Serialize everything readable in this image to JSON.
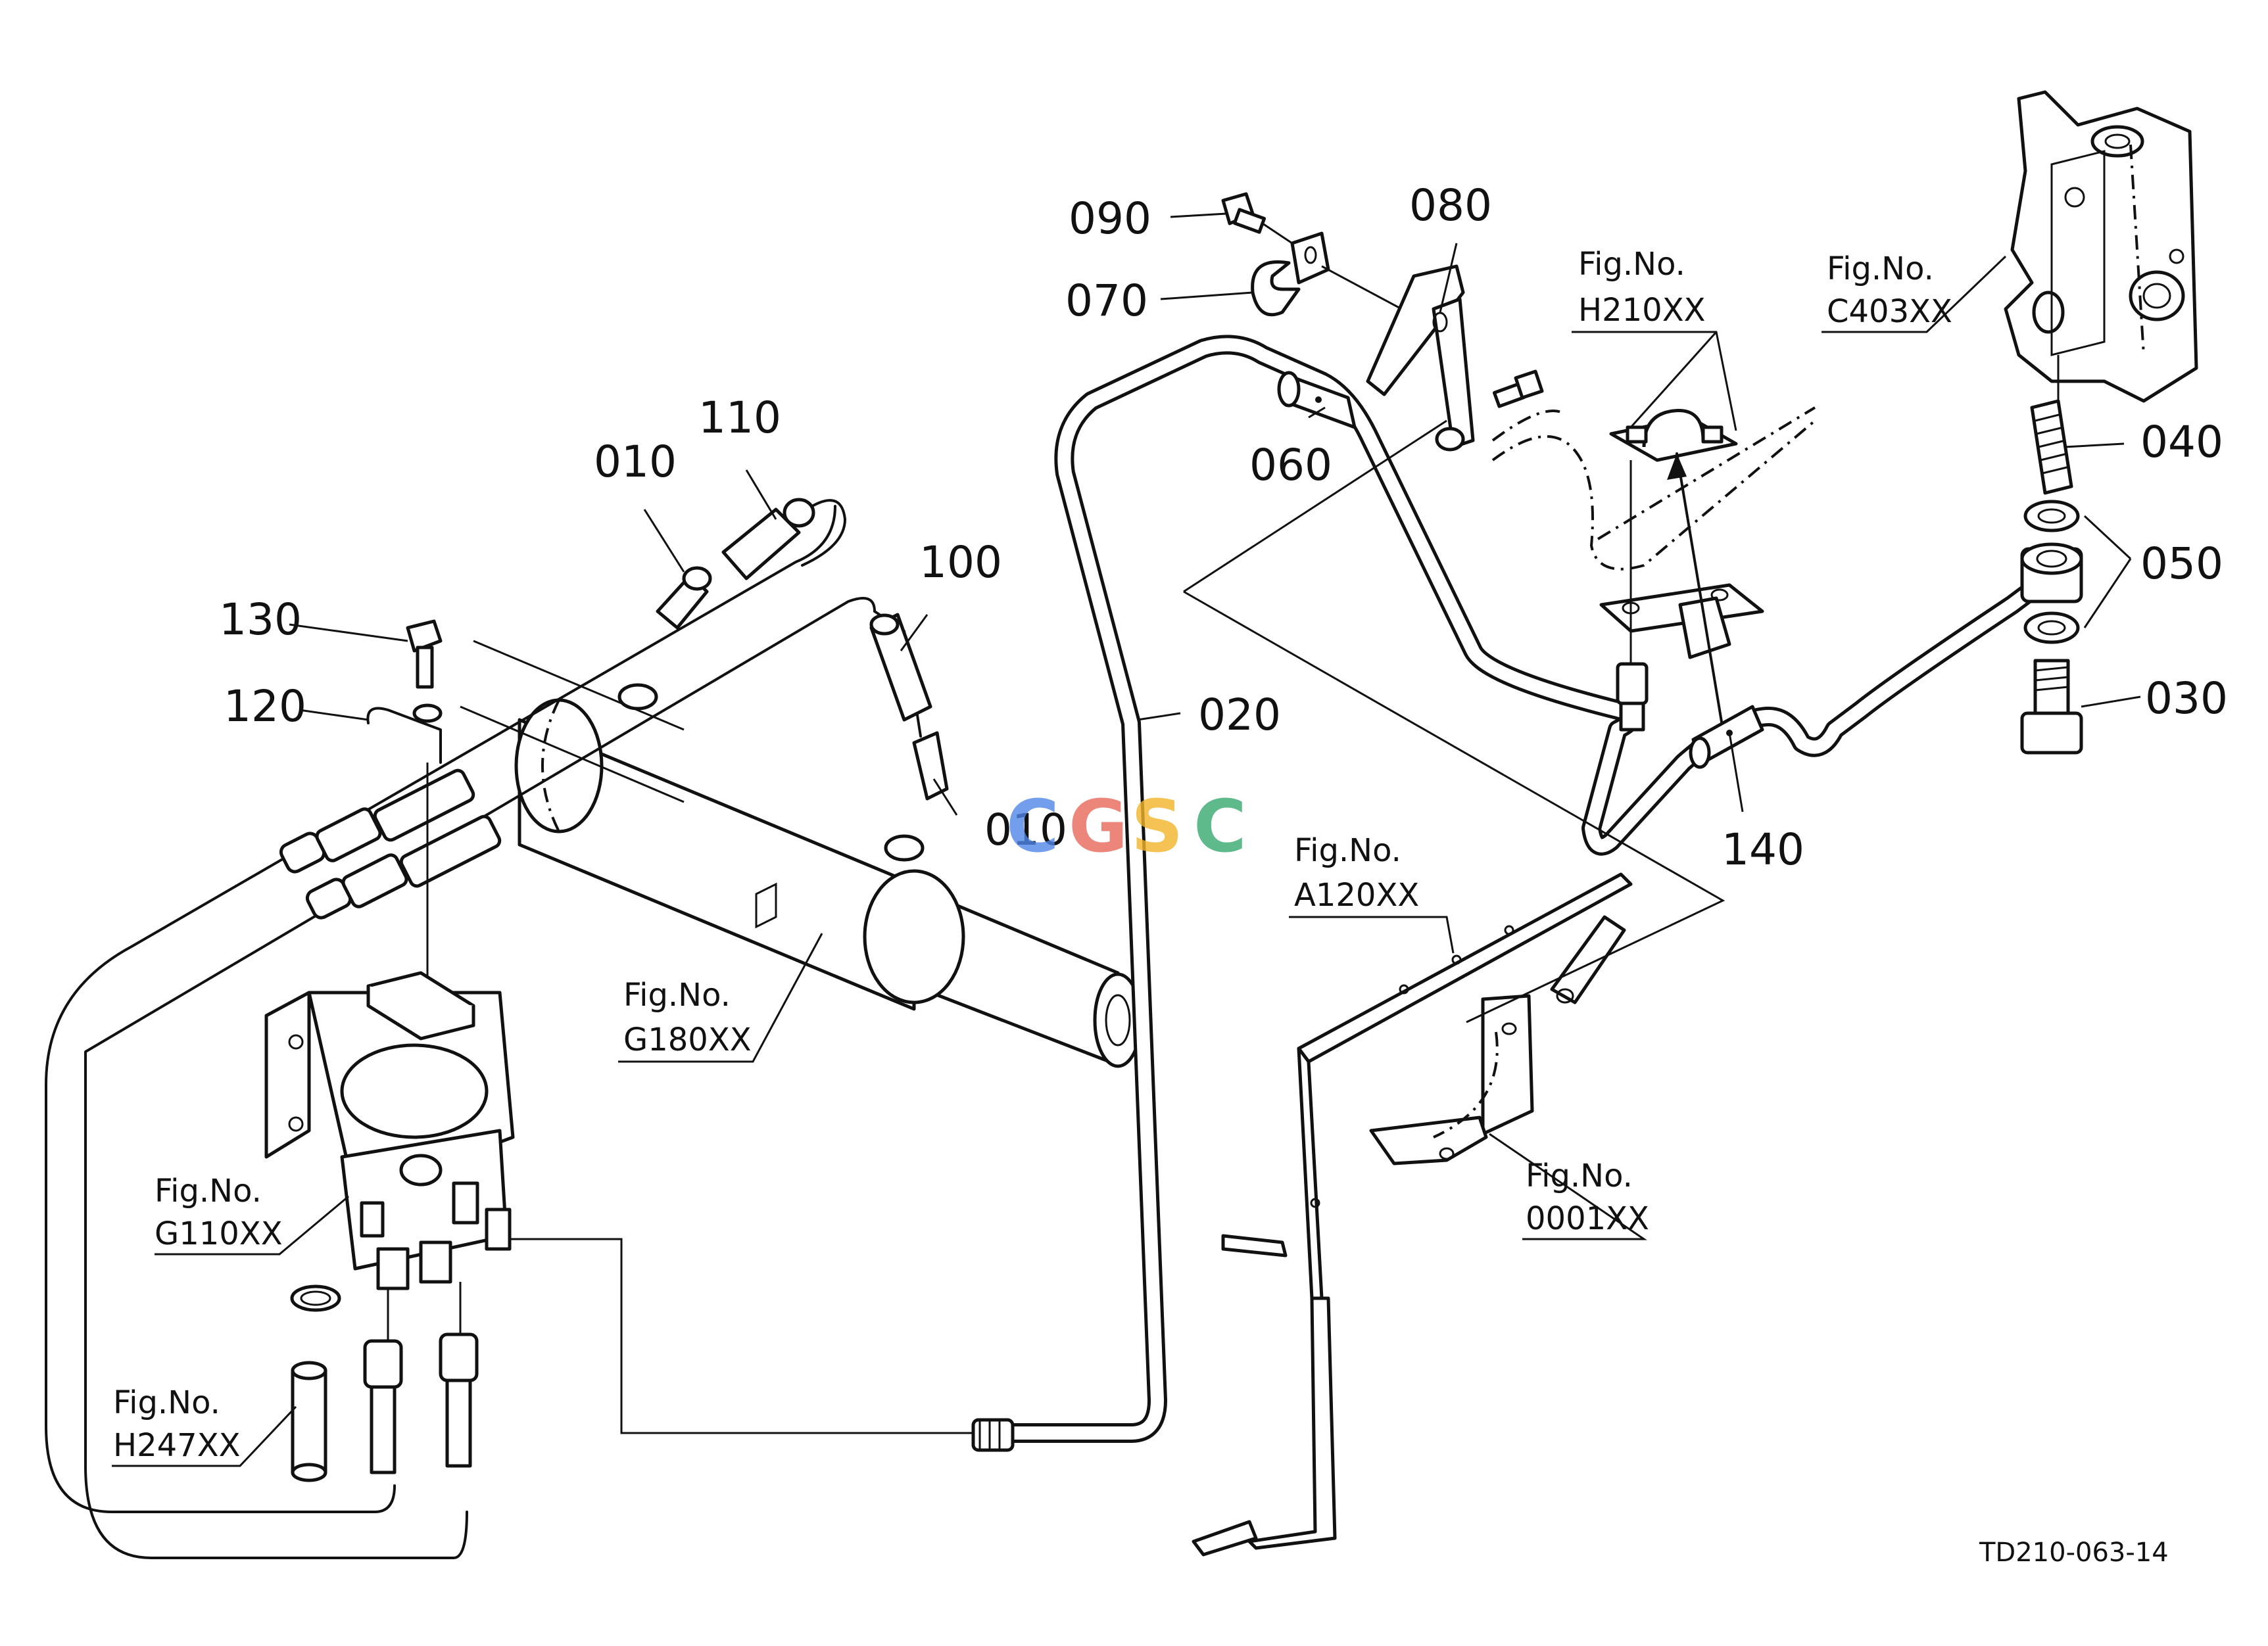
{
  "drawing_code": "TD210-063-14",
  "watermark": {
    "letters": [
      "C",
      "G",
      "S",
      "C"
    ],
    "colors": [
      "#4f86e8",
      "#e8675a",
      "#f2b52a",
      "#37a96e"
    ]
  },
  "part_numbers": {
    "p010a": "010",
    "p010b": "010",
    "p020": "020",
    "p030": "030",
    "p040": "040",
    "p050": "050",
    "p060": "060",
    "p070": "070",
    "p080": "080",
    "p090": "090",
    "p100": "100",
    "p110": "110",
    "p120": "120",
    "p130": "130",
    "p140": "140"
  },
  "figure_references": {
    "h210": {
      "prefix": "Fig.No.",
      "code": "H210XX"
    },
    "c403": {
      "prefix": "Fig.No.",
      "code": "C403XX"
    },
    "a120": {
      "prefix": "Fig.No.",
      "code": "A120XX"
    },
    "g180": {
      "prefix": "Fig.No.",
      "code": "G180XX"
    },
    "g110": {
      "prefix": "Fig.No.",
      "code": "G110XX"
    },
    "h247": {
      "prefix": "Fig.No.",
      "code": "H247XX"
    },
    "o001": {
      "prefix": "Fig.No.",
      "code": "0001XX"
    }
  }
}
